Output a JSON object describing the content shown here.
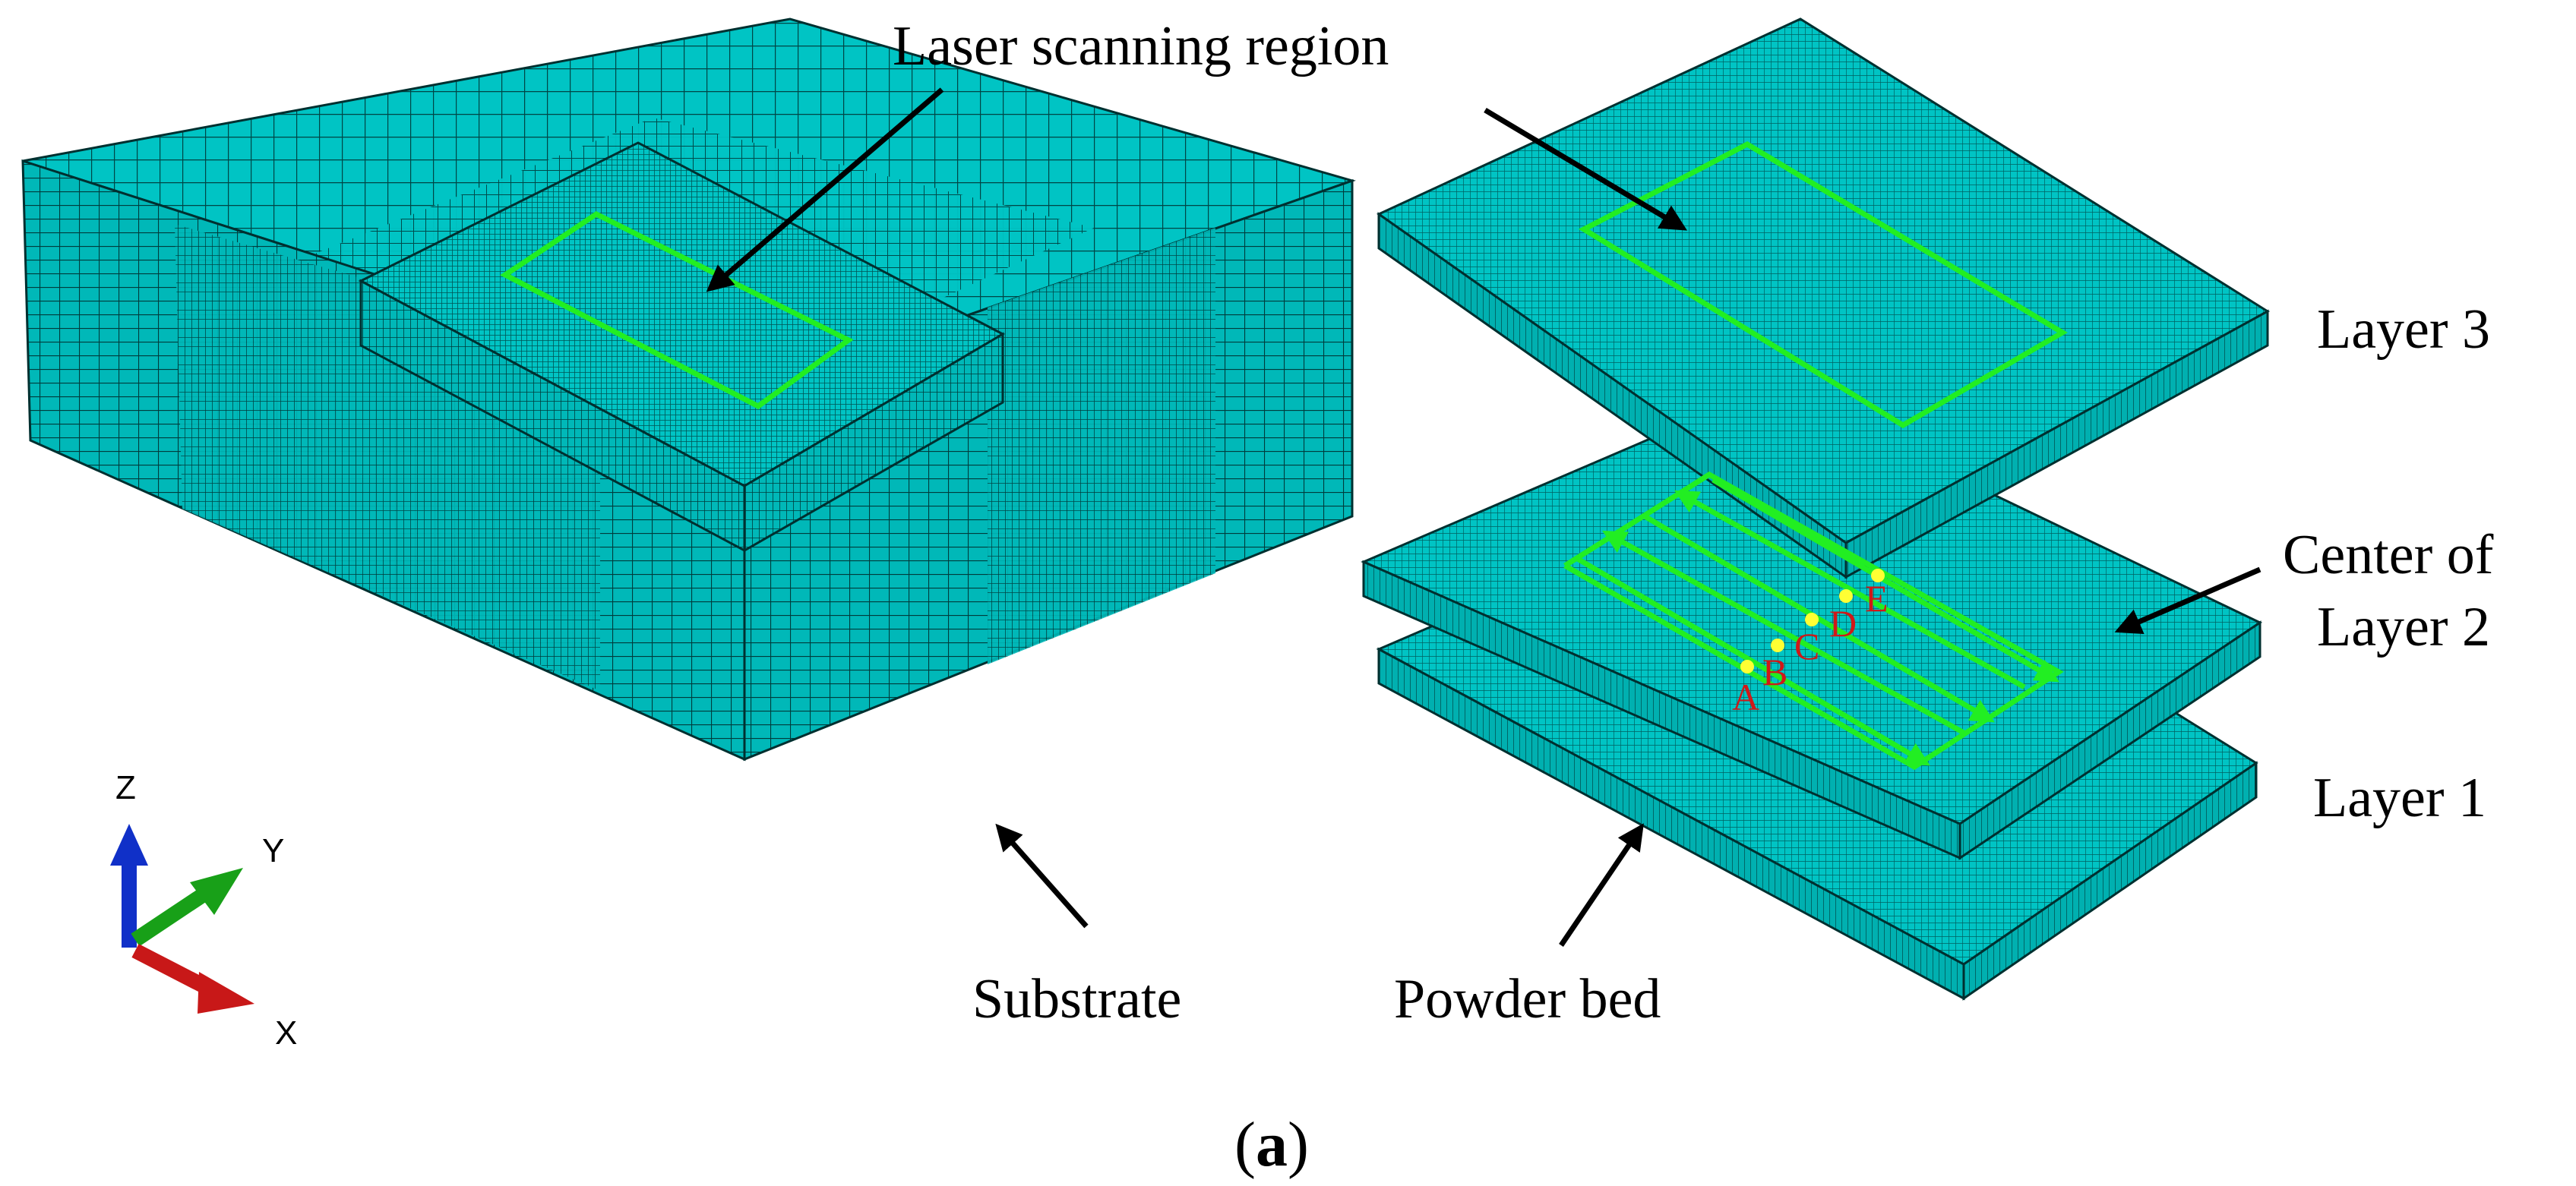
{
  "labels": {
    "laser_region": "Laser scanning region",
    "layer3": "Layer 3",
    "center_layer2_line1": "Center of",
    "center_layer2_line2": "Layer 2",
    "layer1": "Layer 1",
    "substrate": "Substrate",
    "powder_bed": "Powder bed",
    "caption_open": "(",
    "caption_letter": "a",
    "caption_close": ")"
  },
  "axes": {
    "z": "Z",
    "y": "Y",
    "x": "X"
  },
  "points": [
    "A",
    "B",
    "C",
    "D",
    "E"
  ],
  "colors": {
    "mesh_fill": "#00C4C4",
    "mesh_line": "#004545",
    "scan_path": "#22EE22",
    "point_dot": "#FFFF33",
    "point_label": "#D01818",
    "axis_z": "#1030C8",
    "axis_y": "#18A018",
    "axis_x": "#C81818"
  }
}
